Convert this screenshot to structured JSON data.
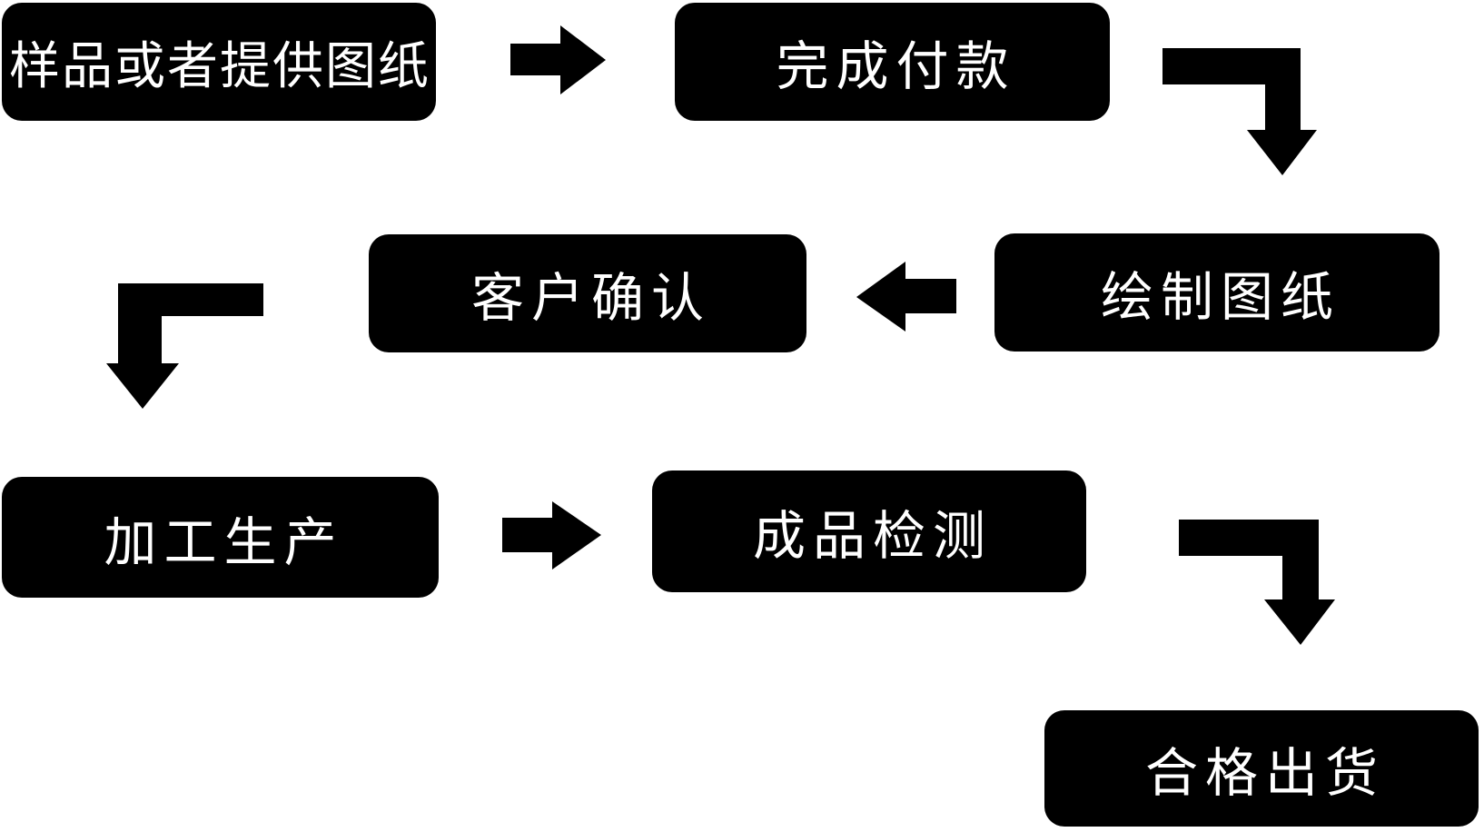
{
  "diagram": {
    "background_color": "#ffffff",
    "node_fill_color": "#000000",
    "node_text_color": "#ffffff",
    "arrow_color": "#000000",
    "nodes": [
      {
        "label": "样品或者提供图纸"
      },
      {
        "label": "完成付款"
      },
      {
        "label": "绘制图纸"
      },
      {
        "label": "客户确认"
      },
      {
        "label": "加工生产"
      },
      {
        "label": "成品检测"
      },
      {
        "label": "合格出货"
      }
    ],
    "connectors": [
      {
        "from": "样品或者提供图纸",
        "to": "完成付款",
        "style": "straight-right-arrow"
      },
      {
        "from": "完成付款",
        "to": "绘制图纸",
        "style": "elbow-right-then-down-arrow"
      },
      {
        "from": "绘制图纸",
        "to": "客户确认",
        "style": "straight-left-arrow"
      },
      {
        "from": "客户确认",
        "to": "加工生产",
        "style": "elbow-left-then-down-arrow"
      },
      {
        "from": "加工生产",
        "to": "成品检测",
        "style": "straight-right-arrow"
      },
      {
        "from": "成品检测",
        "to": "合格出货",
        "style": "elbow-right-then-down-arrow"
      }
    ]
  }
}
